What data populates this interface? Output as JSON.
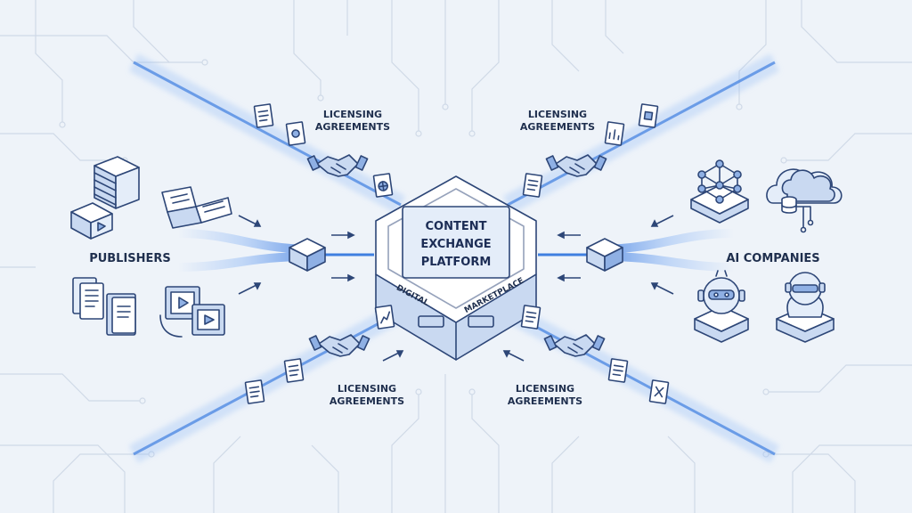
{
  "hub": {
    "title_lines": [
      "CONTENT",
      "EXCHANGE",
      "PLATFORM"
    ],
    "side_left": "DIGITAL",
    "side_right": "MARKETPLACE"
  },
  "left_group": {
    "label": "PUBLISHERS"
  },
  "right_group": {
    "label": "AI COMPANIES"
  },
  "streams": {
    "top_left": [
      "LICENSING",
      "AGREEMENTS"
    ],
    "top_right": [
      "LICENSING",
      "AGREEMENTS"
    ],
    "bottom_left": [
      "LICENSING",
      "AGREEMENTS"
    ],
    "bottom_right": [
      "LICENSING",
      "AGREEMENTS"
    ]
  },
  "colors": {
    "background": "#eef3f9",
    "ink": "#2d4677",
    "accent_blue": "#3f7fe0",
    "stream_glow": "#9cc0f5"
  }
}
